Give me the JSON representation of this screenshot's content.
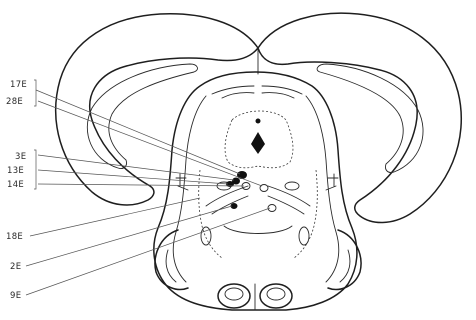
{
  "figure": {
    "labels": [
      {
        "id": "l17e",
        "text": "17E"
      },
      {
        "id": "l28e",
        "text": "28E"
      },
      {
        "id": "l3e",
        "text": "3E"
      },
      {
        "id": "l13e",
        "text": "13E"
      },
      {
        "id": "l14e",
        "text": "14E"
      },
      {
        "id": "l18e",
        "text": "18E"
      },
      {
        "id": "l2e",
        "text": "2E"
      },
      {
        "id": "l9e",
        "text": "9E"
      }
    ],
    "colors": {
      "ink": "#1e1e1e",
      "background": "#ffffff"
    }
  }
}
